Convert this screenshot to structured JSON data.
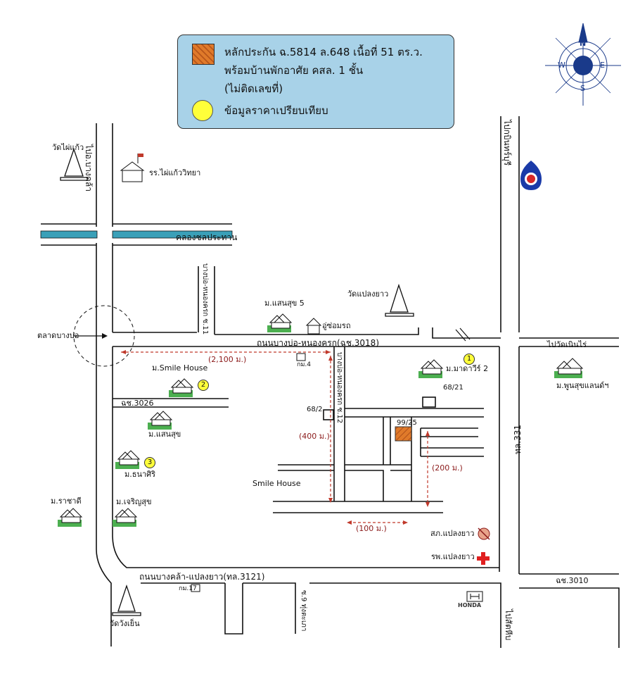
{
  "legend": {
    "collateral_line1": "หลักประกัน ฉ.5814 ล.648 เนื้อที่ 51 ตร.ว.",
    "collateral_line2": "พร้อมบ้านพักอาศัย คสล. 1 ชั้น",
    "collateral_line3": "(ไม่ติดเลขที่)",
    "comparison": "ข้อมูลราคาเปรียบเทียบ"
  },
  "compass": {
    "n": "N",
    "e": "E",
    "s": "S",
    "w": "W"
  },
  "roads": {
    "to_bangkla": "ไปอ.บางคล้า",
    "to_plaengyao_north": "ไปกบินทร์บุรี",
    "canal": "คลองชลประทาน",
    "main_road": "ถนนบางบ่อ-หนองครก(ฉช.3018)",
    "bottom_road": "ถนนบางคล้า-แปลงยาว(ทล.3121)",
    "soi11": "บางบ่อ-หนองครก ซ.11",
    "soi12": "บางบ่อ-หนองครก ซ.12",
    "route331": "ทล.331",
    "cc3026": "ฉช.3026",
    "cc3010": "ฉช.3010",
    "to_wat_noen": "ไปวัดเนินไร่",
    "to_sattahip": "ไปสัตหีบ",
    "soi_bottom": "ซ.9 ทุ่งตะเภา"
  },
  "places": {
    "wat_phai_kaeo": "วัดไผ่แก้ว",
    "school": "รร.ไผ่แก้ววิทยา",
    "market": "ตลาดบางบ่อ",
    "wat_plaengyao": "วัดแปลงยาว",
    "village_saensuk5": "ม.แสนสุข 5",
    "garage": "อู่ซ่อมรถ",
    "km4": "กม.4",
    "km17": "กม.17",
    "smile_house_1": "ม.Smile House",
    "smile_house_2": "Smile House",
    "village_saensuk": "ม.แสนสุข",
    "village_thanasiri": "ม.ธนาศิริ",
    "village_rachadee": "ม.ราชาดี",
    "village_charoensuk": "ม.เจริญสุข",
    "village_madawi2": "ม.มาดาวีร์ 2",
    "village_poonsuk": "ม.พูนสุขแลนด์ฯ",
    "police": "สภ.แปลงยาว",
    "hospital": "รพ.แปลงยาว",
    "wat_wangyen": "วัดวังเย็น",
    "honda": "HONDA",
    "house_68_21": "68/21",
    "house_68_2": "68/2",
    "house_99_25": "99/25"
  },
  "distances": {
    "d2100": "(2,100 ม.)",
    "d400": "(400 ม.)",
    "d200": "(200 ม.)",
    "d100": "(100 ม.)"
  },
  "markers": {
    "m1": "1",
    "m2": "2",
    "m3": "3"
  },
  "colors": {
    "legend_bg": "#a8d2e8",
    "collateral": "#e07a2a",
    "comparison_dot": "#ffff3a",
    "canal": "#3aa0b8",
    "distance_line": "#c0392b",
    "compass": "#1a3a8a"
  }
}
